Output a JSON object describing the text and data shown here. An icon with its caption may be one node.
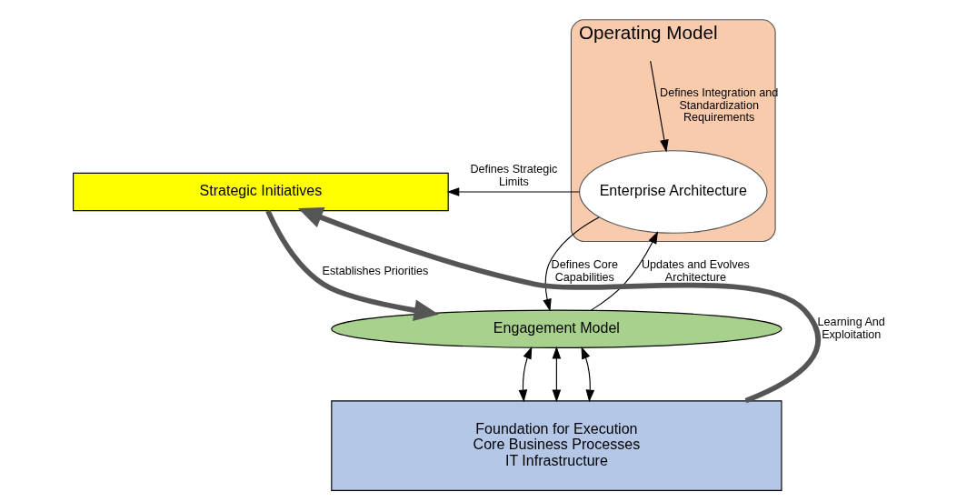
{
  "diagram": {
    "nodes": [
      {
        "text": [
          "Strategic Initiatives"
        ]
      },
      {
        "text": [
          "Operating Model"
        ]
      },
      {
        "text": [
          "Enterprise Architecture"
        ],
        "in": 1
      },
      {
        "text": [
          "Engagement Model"
        ]
      },
      {
        "text": [
          "Foundation for Execution",
          "Core Business Processes",
          "IT Infrastructure"
        ]
      }
    ],
    "edges": [
      {
        "from": 2,
        "to": 0,
        "arrow": "to",
        "label": "Defines Strategic Limits"
      },
      {
        "from": 1,
        "to": 2,
        "arrow": "to",
        "label": "Defines Integration and Standardization Requirements"
      },
      {
        "from": 2,
        "to": 3,
        "arrow": "to",
        "label": "Defines Core Capabilities"
      },
      {
        "from": 3,
        "to": 2,
        "arrow": "to",
        "label": "Updates and Evolves Architecture"
      },
      {
        "from": 3,
        "to": 4,
        "arrow": "both"
      },
      {
        "from": 3,
        "to": 4,
        "arrow": "both"
      },
      {
        "from": 3,
        "to": 4,
        "arrow": "both"
      },
      {
        "from": 4,
        "to": 0,
        "arrow": "to",
        "label": "Learning And Exploitation",
        "style": "thick"
      },
      {
        "from": 0,
        "to": 3,
        "arrow": "to",
        "label": "Establishes Priorities",
        "style": "thick"
      }
    ]
  }
}
